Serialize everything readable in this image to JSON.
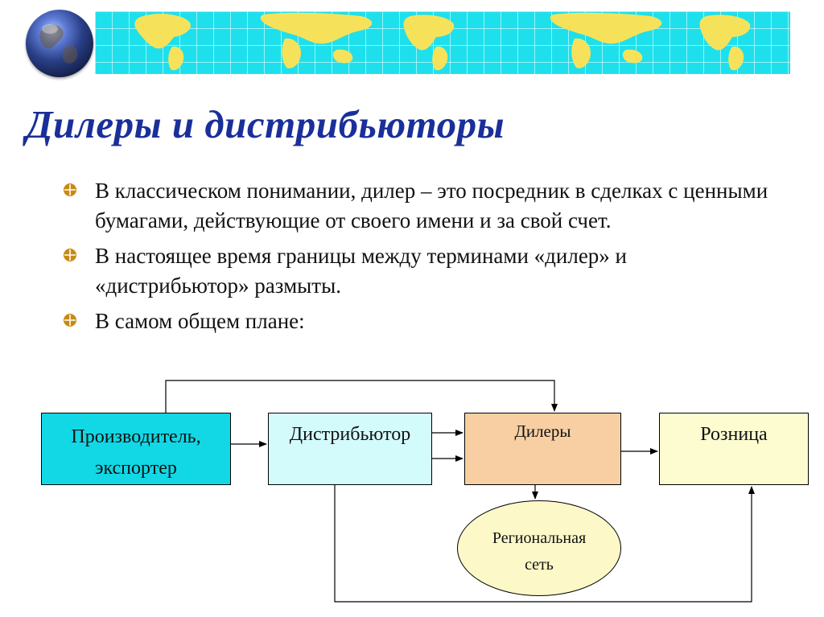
{
  "slide": {
    "title": "Дилеры и дистрибьюторы",
    "bullets": [
      {
        "text": "В классическом понимании, дилер – это посредник в сделках с ценными бумагами, действующие от своего имени и за свой счет."
      },
      {
        "text": "В настоящее время границы между терминами «дилер» и «дистрибьютор» размыты."
      },
      {
        "text": "В самом общем плане:"
      }
    ]
  },
  "diagram": {
    "nodes": {
      "producer": {
        "line1": "Производитель,",
        "line2": "экспортер",
        "color": "#12d8e6"
      },
      "distributor": {
        "label": "Дистрибьютор",
        "color": "#d4fbfc"
      },
      "dealers": {
        "label": "Дилеры",
        "color": "#f7cfa2"
      },
      "retail": {
        "label": "Розница",
        "color": "#fdfbd0"
      },
      "regional": {
        "line1": "Региональная",
        "line2": "сеть",
        "color": "#fcf8c8"
      }
    }
  },
  "theme": {
    "title_color": "#1a2f9a",
    "banner_color": "#1ee0ec",
    "continent_color": "#f6e25a",
    "bullet_color": "#c98a12"
  }
}
